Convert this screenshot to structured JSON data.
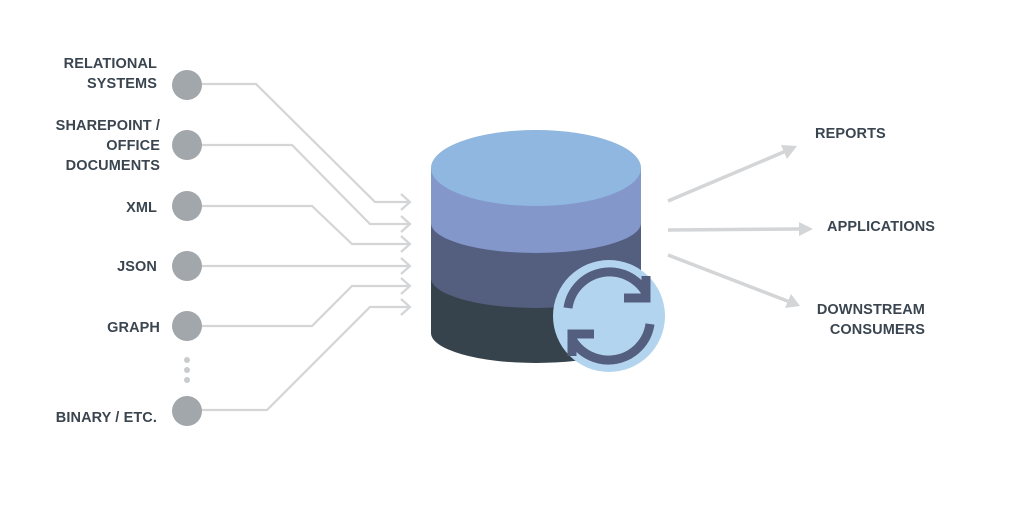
{
  "sources": [
    {
      "label_lines": [
        "RELATIONAL",
        "SYSTEMS"
      ]
    },
    {
      "label_lines": [
        "SHAREPOINT /",
        "OFFICE",
        "DOCUMENTS"
      ]
    },
    {
      "label_lines": [
        "XML"
      ]
    },
    {
      "label_lines": [
        "JSON"
      ]
    },
    {
      "label_lines": [
        "GRAPH"
      ]
    },
    {
      "label_lines": [
        "BINARY / ETC."
      ]
    }
  ],
  "hub": {
    "icon": "database-sync-icon",
    "colors": {
      "top": "#8fb7df",
      "layer1": "#8397cb",
      "layer2": "#545e7e",
      "layer3": "#36434c",
      "badge_bg": "#b3d4ee",
      "badge_arrows": "#545e7e"
    }
  },
  "outputs": [
    {
      "label_lines": [
        "REPORTS"
      ]
    },
    {
      "label_lines": [
        "APPLICATIONS"
      ]
    },
    {
      "label_lines": [
        "DOWNSTREAM",
        "CONSUMERS"
      ]
    }
  ],
  "colors": {
    "text": "#3a4550",
    "connector": "#d3d5d7",
    "dot": "#a2a7ab"
  }
}
